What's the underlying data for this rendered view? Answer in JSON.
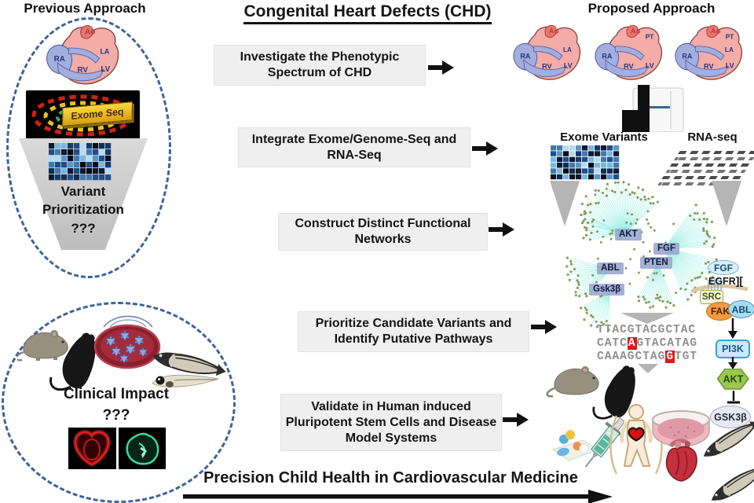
{
  "previous_approach": {
    "title": "Previous Approach",
    "exome_seq_label": "Exome Seq",
    "funnel_line1": "Variant",
    "funnel_line2": "Prioritization",
    "funnel_line3": "???"
  },
  "clinical": {
    "label": "Clinical  Impact",
    "question": "???"
  },
  "center": {
    "title": "Congenital Heart Defects (CHD)",
    "steps": [
      "Investigate the Phenotypic Spectrum of CHD",
      "Integrate Exome/Genome-Seq and RNA-Seq",
      "Construct Distinct Functional Networks",
      "Prioritize Candidate Variants and Identify Putative Pathways",
      "Validate in  Human induced Pluripotent Stem Cells and Disease Model Systems"
    ]
  },
  "proposed_approach": {
    "title": "Proposed  Approach",
    "exome_variants_label": "Exome Variants",
    "rna_seq_label": "RNA-seq",
    "network_nodes": [
      "AKT",
      "FGF",
      "PTEN",
      "ABL",
      "Gsk3β"
    ],
    "pathway": {
      "fgf": "FGF",
      "egfr": "EGFR",
      "egfr_dimer": "][",
      "src": "SRC",
      "fak": "FAK",
      "abl": "ABL",
      "pi3k": "PI3K",
      "akt": "AKT",
      "gsk3b": "GSK3β"
    },
    "dna": {
      "line1": "TTACGTACGCTAC",
      "line2_pre": "CATC",
      "line2_mut": "A",
      "line2_post": "GTACATAG",
      "line3_pre": "CAAAGCTAG",
      "line3_mut": "G",
      "line3_post": "TGT"
    }
  },
  "hearts": [
    {
      "ao": "Ao",
      "pt": "",
      "ra": "RA",
      "la": "LA",
      "rv": "RV",
      "lv": "LV"
    },
    {
      "ao": "Ao",
      "pt": "",
      "ra": "RA",
      "la": "LA",
      "rv": "RV",
      "lv": "LV"
    },
    {
      "ao": "Ao",
      "pt": "PT",
      "ra": "RA",
      "la": "",
      "rv": "RV",
      "lv": "LV"
    },
    {
      "ao": "Ao",
      "pt": "PT",
      "ra": "RA",
      "la": "LA",
      "rv": "RV",
      "lv": "LV"
    }
  ],
  "banner": {
    "text": "Precision Child Health in Cardiovascular Medicine"
  },
  "colors": {
    "dashed_outline": "#3d639c",
    "network_line": "#7ceada",
    "mutation_red": "#e01818",
    "step_box_bg": "#efefef"
  }
}
